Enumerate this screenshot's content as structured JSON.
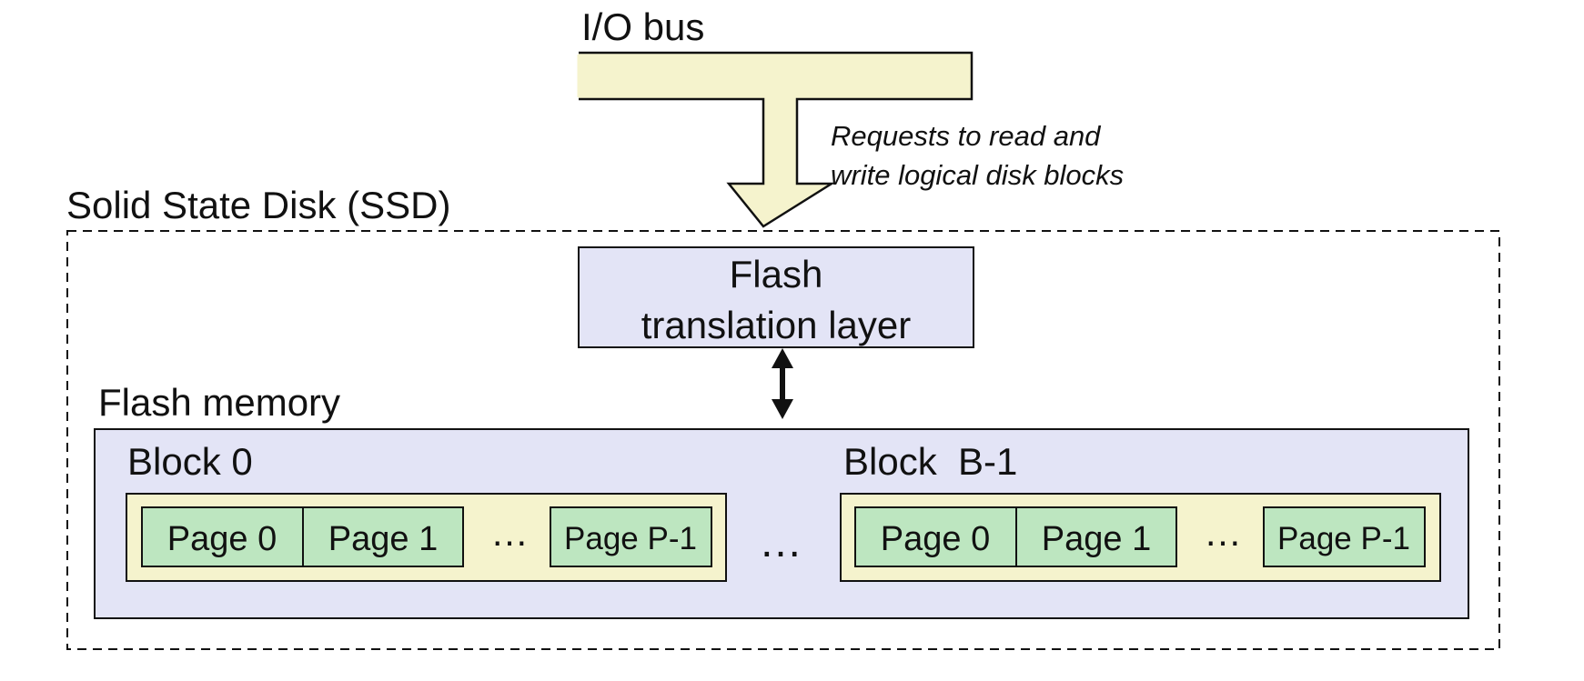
{
  "io_bus": {
    "label": "I/O bus"
  },
  "request_note": {
    "line1": "Requests to read and",
    "line2": "write logical disk blocks"
  },
  "ssd": {
    "label": "Solid State Disk (SSD)"
  },
  "ftl": {
    "line1": "Flash",
    "line2": "translation layer"
  },
  "flash_memory": {
    "label": "Flash memory",
    "between_blocks_ellipsis": "…",
    "blocks": [
      {
        "label": "Block 0",
        "pages": [
          "Page 0",
          "Page 1",
          "Page P-1"
        ],
        "page_ellipsis": "…"
      },
      {
        "label": "Block  B-1",
        "pages": [
          "Page 0",
          "Page 1",
          "Page P-1"
        ],
        "page_ellipsis": "…"
      }
    ]
  },
  "colors": {
    "bus_fill": "#f5f3cd",
    "ftl_fill": "#e3e4f6",
    "memory_fill": "#e3e4f6",
    "block_fill": "#f5f3cd",
    "page_fill": "#bde6c0",
    "stroke": "#111111"
  }
}
